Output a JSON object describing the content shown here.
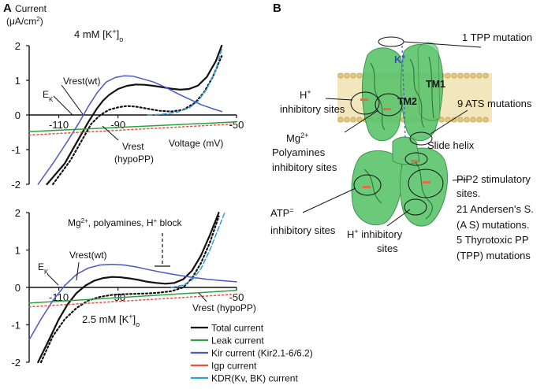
{
  "figure": {
    "panel_a": "A",
    "panel_b": "B",
    "b_labels": {
      "tpp_top": "1 TPP mutation",
      "k_channel": "K+",
      "tm1": "TM1",
      "tm2": "TM2",
      "h_sites": "H+ inhibitory sites",
      "ats": "9 ATS mutations",
      "mg_line1": "Mg2+",
      "mg_line2": "Polyamines",
      "mg_line3": "inhibitory sites",
      "slide": "Slide helix",
      "atp_line1": "ATP=",
      "atp_line2": "inhibitory sites",
      "pip_line1": "PiP2 stimulatory",
      "pip_line2": "sites.",
      "pip_line3": "21 Andersen's S.",
      "pip_line4": "(A S)  mutations.",
      "pip_line5": "5 Thyrotoxic PP",
      "pip_line6": "(TPP) mutations",
      "h2_line1": "H+ inhibitory",
      "h2_line2": "sites"
    }
  },
  "chart_data": [
    {
      "type": "line",
      "ylabel": "Current (μA/cm2)",
      "xlabel": "Voltage (mV)",
      "condition": "4 mM [K+]o",
      "xlim": [
        -120,
        -50
      ],
      "ylim": [
        -2,
        2
      ],
      "yticks": [
        2,
        1,
        0,
        -1,
        -2
      ],
      "xticks": [
        -110,
        -90,
        -50
      ],
      "annotations": [
        "Vrest(wt)",
        "EK",
        "Vrest",
        "(hypoPP)"
      ],
      "series": [
        {
          "name": "Total current",
          "color": "#111111",
          "dash": "solid",
          "x": [
            -114,
            -108,
            -104,
            -100,
            -97,
            -95,
            -93,
            -90,
            -87,
            -84,
            -81,
            -78,
            -75,
            -72,
            -69,
            -66,
            -63,
            -60,
            -57,
            -55
          ],
          "y": [
            -2,
            -1.4,
            -0.8,
            -0.2,
            0.2,
            0.42,
            0.58,
            0.75,
            0.84,
            0.88,
            0.87,
            0.84,
            0.8,
            0.76,
            0.73,
            0.75,
            0.85,
            1.1,
            1.55,
            2.0
          ]
        },
        {
          "name": "Total current (hypoPP)",
          "color": "#111111",
          "dash": "dotted",
          "x": [
            -112,
            -106,
            -102,
            -99,
            -96,
            -93,
            -90,
            -87,
            -84,
            -80,
            -76,
            -72,
            -68,
            -64,
            -61,
            -58,
            -55
          ],
          "y": [
            -2,
            -1.3,
            -0.7,
            -0.25,
            0.0,
            0.15,
            0.22,
            0.26,
            0.24,
            0.18,
            0.12,
            0.1,
            0.15,
            0.35,
            0.65,
            1.1,
            1.7
          ]
        },
        {
          "name": "Leak current",
          "color": "#2aa33e",
          "dash": "solid",
          "x": [
            -120,
            -50
          ],
          "y": [
            -0.48,
            -0.2
          ]
        },
        {
          "name": "Kir current (Kir2.1-6/6.2)",
          "color": "#4b57c9",
          "dash": "solid",
          "x": [
            -117,
            -112,
            -107,
            -103,
            -100,
            -97,
            -94,
            -91,
            -88,
            -85,
            -82,
            -78,
            -74,
            -70,
            -66,
            -62,
            -58,
            -55
          ],
          "y": [
            -2,
            -1.4,
            -0.75,
            -0.2,
            0.25,
            0.65,
            0.95,
            1.08,
            1.13,
            1.12,
            1.05,
            0.95,
            0.8,
            0.62,
            0.46,
            0.3,
            0.18,
            0.1
          ]
        },
        {
          "name": "Igp current",
          "color": "#e8503f",
          "dash": "dotted",
          "x": [
            -120,
            -50
          ],
          "y": [
            -0.58,
            -0.26
          ]
        },
        {
          "name": "KDR(Kv, BK) current",
          "color": "#2f9fd6",
          "dash": "dashed",
          "x": [
            -80,
            -75,
            -70,
            -66,
            -63,
            -60,
            -57,
            -55
          ],
          "y": [
            0,
            0.02,
            0.08,
            0.2,
            0.4,
            0.75,
            1.3,
            1.9
          ]
        }
      ]
    },
    {
      "type": "line",
      "condition": "2.5 mM [K+]o",
      "block_label": "Mg2+, polyamines, H+ block",
      "xlim": [
        -120,
        -50
      ],
      "ylim": [
        -2,
        2
      ],
      "yticks": [
        2,
        1,
        0,
        -1,
        -2
      ],
      "xticks": [
        -110,
        -90,
        -50
      ],
      "annotations": [
        "Vrest(wt)",
        "EK",
        "Vrest (hypoPP)"
      ],
      "series": [
        {
          "name": "Total current",
          "color": "#111111",
          "dash": "solid",
          "x": [
            -117,
            -113,
            -110,
            -107,
            -104,
            -101,
            -98,
            -95,
            -92,
            -89,
            -86,
            -83,
            -80,
            -77,
            -74,
            -71,
            -68,
            -65,
            -62,
            -59,
            -56
          ],
          "y": [
            -2,
            -1.35,
            -0.85,
            -0.45,
            -0.15,
            0.05,
            0.18,
            0.25,
            0.28,
            0.27,
            0.24,
            0.2,
            0.15,
            0.12,
            0.1,
            0.12,
            0.22,
            0.45,
            0.85,
            1.4,
            2.0
          ]
        },
        {
          "name": "Total current (hypoPP)",
          "color": "#111111",
          "dash": "dotted",
          "x": [
            -116,
            -112,
            -108,
            -104,
            -100,
            -96,
            -92,
            -88,
            -84,
            -80,
            -76,
            -72,
            -68,
            -65,
            -62,
            -59,
            -56
          ],
          "y": [
            -2,
            -1.3,
            -0.85,
            -0.55,
            -0.35,
            -0.25,
            -0.2,
            -0.18,
            -0.17,
            -0.16,
            -0.14,
            -0.1,
            0.0,
            0.25,
            0.65,
            1.2,
            1.9
          ]
        },
        {
          "name": "Leak current",
          "color": "#2aa33e",
          "dash": "solid",
          "x": [
            -120,
            -50
          ],
          "y": [
            -0.42,
            -0.08
          ]
        },
        {
          "name": "Kir current (Kir2.1-6/6.2)",
          "color": "#4b57c9",
          "dash": "solid",
          "x": [
            -120,
            -116,
            -112,
            -108,
            -104,
            -100,
            -96,
            -92,
            -88,
            -84,
            -80,
            -75,
            -70,
            -65,
            -60,
            -55,
            -50
          ],
          "y": [
            -1.4,
            -0.85,
            -0.35,
            0.05,
            0.35,
            0.52,
            0.6,
            0.62,
            0.6,
            0.55,
            0.48,
            0.4,
            0.33,
            0.27,
            0.22,
            0.18,
            0.15
          ]
        },
        {
          "name": "Igp current",
          "color": "#e8503f",
          "dash": "dotted",
          "x": [
            -120,
            -50
          ],
          "y": [
            -0.52,
            -0.18
          ]
        },
        {
          "name": "KDR(Kv, BK) current",
          "color": "#2f9fd6",
          "dash": "dashed",
          "x": [
            -72,
            -68,
            -65,
            -62,
            -59,
            -56,
            -54
          ],
          "y": [
            0,
            0.06,
            0.2,
            0.5,
            1.0,
            1.6,
            2.0
          ]
        }
      ]
    }
  ],
  "legend": [
    {
      "label": "Total current",
      "color": "#111111"
    },
    {
      "label": "Leak current",
      "color": "#2aa33e"
    },
    {
      "label": "Kir current (Kir2.1-6/6.2)",
      "color": "#4b57c9"
    },
    {
      "label": "Igp current",
      "color": "#e8503f"
    },
    {
      "label": "KDR(Kv, BK) current",
      "color": "#2f9fd6"
    }
  ]
}
